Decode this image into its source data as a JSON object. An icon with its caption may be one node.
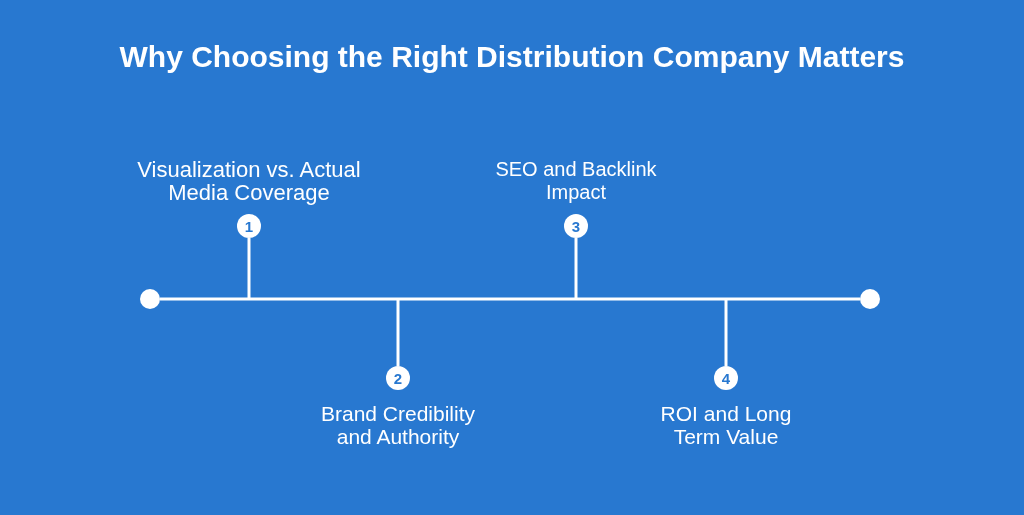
{
  "diagram": {
    "title": "Why Choosing the Right Distribution Company Matters",
    "nodes": [
      {
        "text": [],
        "shape": "circle"
      },
      {
        "text": [
          "1"
        ],
        "beside": [
          "Visualization vs. Actual Media Coverage"
        ]
      },
      {
        "text": [
          "2"
        ],
        "beside": [
          "Brand Credibility and Authority"
        ]
      },
      {
        "text": [
          "3"
        ],
        "beside": [
          "SEO and Backlink Impact"
        ]
      },
      {
        "text": [
          "4"
        ],
        "beside": [
          "ROI and Long Term Value"
        ]
      },
      {
        "text": [],
        "shape": "circle"
      }
    ],
    "edges": [
      {
        "from": 0,
        "to": 5,
        "arrow": "none"
      },
      {
        "from": 1,
        "to": null,
        "arrow": "none"
      },
      {
        "from": 2,
        "to": null,
        "arrow": "none"
      },
      {
        "from": 3,
        "to": null,
        "arrow": "none"
      },
      {
        "from": 4,
        "to": null,
        "arrow": "none"
      }
    ]
  }
}
